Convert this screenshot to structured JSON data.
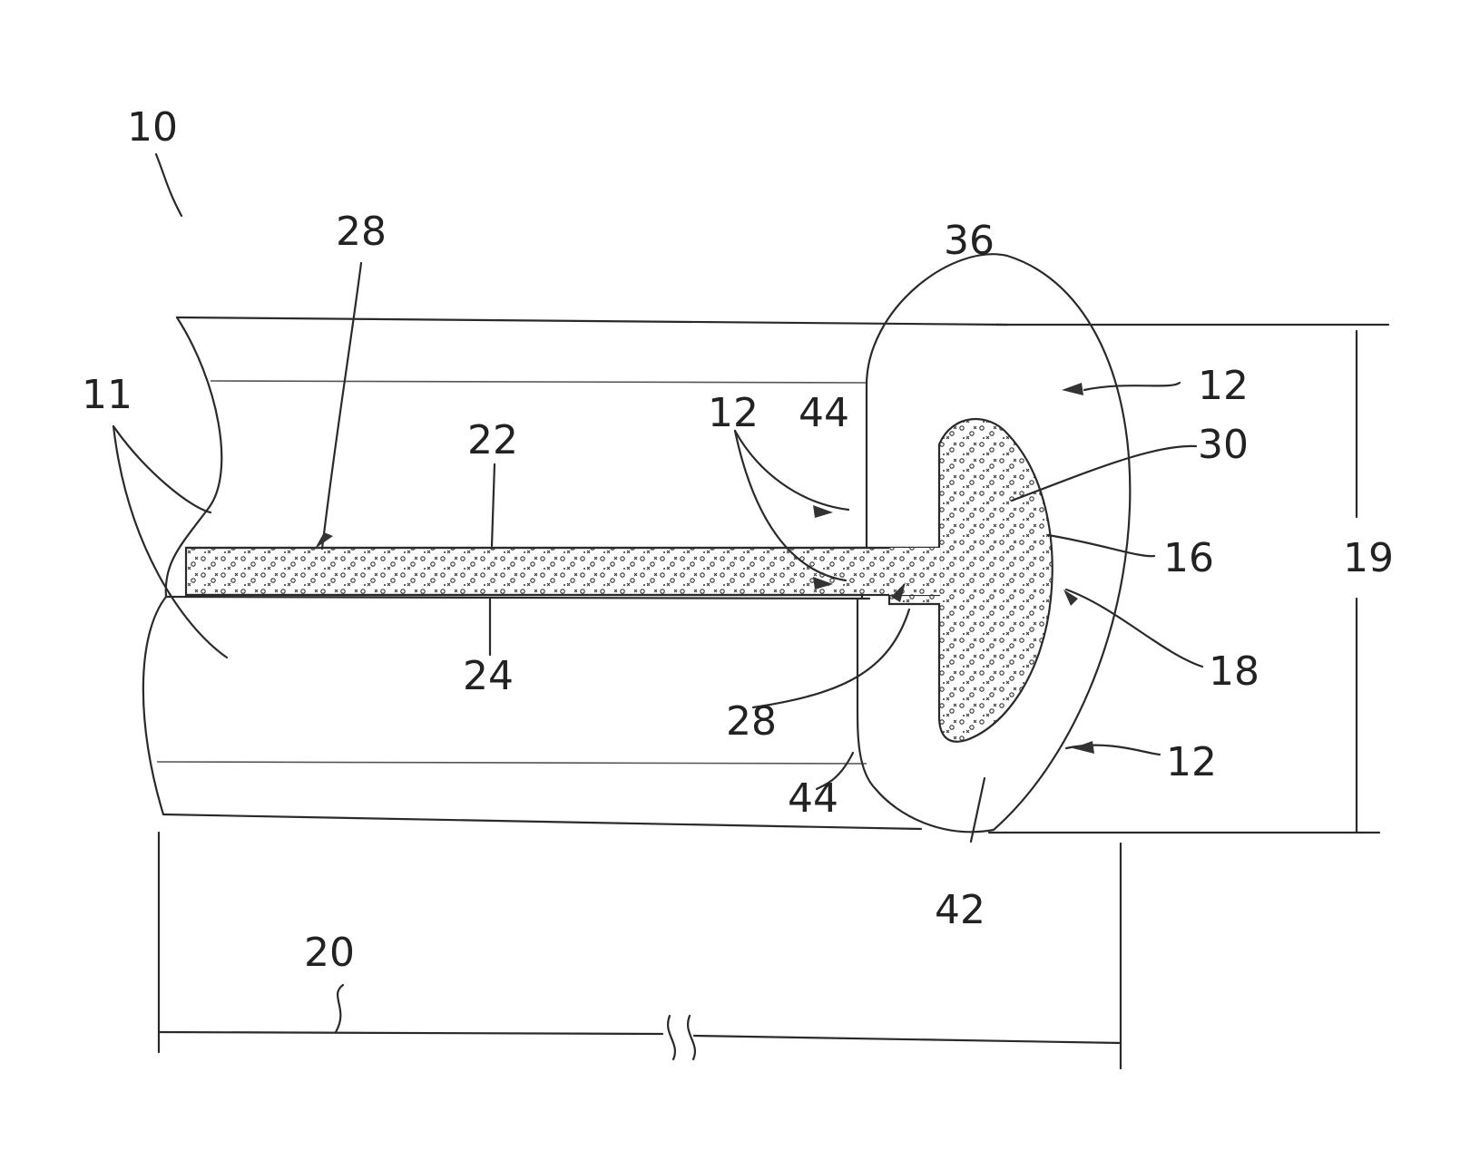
{
  "figure": {
    "labels": {
      "device": "10",
      "tube_walls": "11",
      "seal_left_upper": "12",
      "seal_left_lower": "12",
      "seal_right_upper": "12",
      "seal_right_lower": "12",
      "pad_surface": "16",
      "pad_edge": "18",
      "height": "19",
      "length": "20",
      "channel_top": "22",
      "channel_bottom": "24",
      "channel_left": "28",
      "channel_right": "28",
      "absorbent_pad": "30",
      "top_flap": "36",
      "bottom_flap": "42",
      "side_upper": "44",
      "side_lower": "44"
    }
  }
}
